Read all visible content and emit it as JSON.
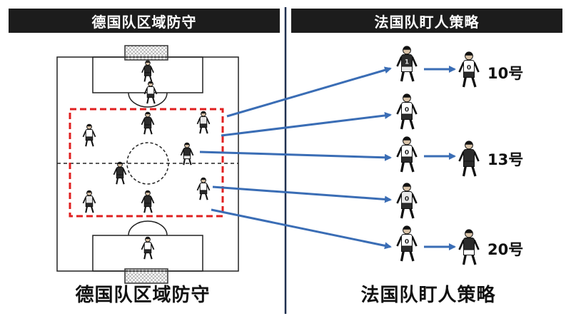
{
  "left_panel": {
    "header": "德国队区域防守",
    "caption": "德国队区域防守"
  },
  "right_panel": {
    "header": "法国队盯人策略",
    "caption": "法国队盯人策略"
  },
  "players": {
    "defender_number": "0",
    "keeper_number": "1",
    "attacker_labels": [
      "10号",
      "13号",
      "20号"
    ]
  },
  "colors": {
    "header_bg": "#1c1c1c",
    "zone_line": "#e02020",
    "arrow": "#3a6db5",
    "divider": "#1f2f4f"
  },
  "icons": [
    "goal-net-icon",
    "soccer-player-icon",
    "arrow-icon"
  ]
}
